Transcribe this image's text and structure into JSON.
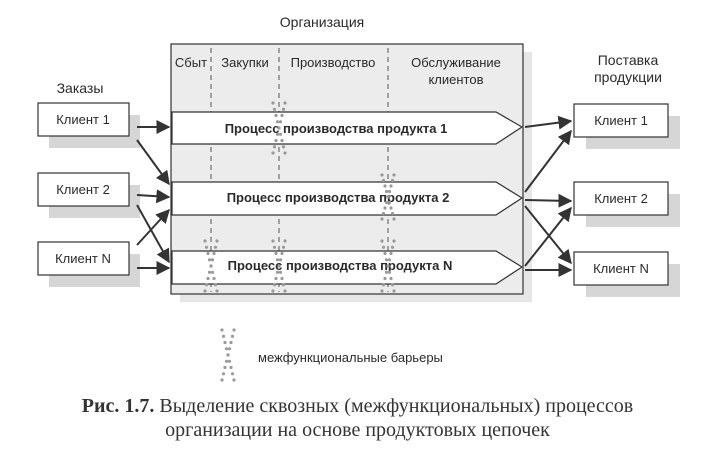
{
  "organization_label": "Организация",
  "orders_label": "Заказы",
  "delivery_label": "Поставка\nпродукции",
  "functions": [
    "Сбыт",
    "Закупки",
    "Производство",
    "Обслуживание\nклиентов"
  ],
  "clients_left": [
    "Клиент 1",
    "Клиент 2",
    "Клиент N"
  ],
  "clients_right": [
    "Клиент 1",
    "Клиент 2",
    "Клиент N"
  ],
  "processes": [
    "Процесс производства продукта 1",
    "Процесс производства продукта 2",
    "Процесс производства продукта N"
  ],
  "legend_label": "межфункциональные барьеры",
  "caption": {
    "number": "Рис. 1.7.",
    "text_line1": "Выделение сквозных (межфункциональных) процессов",
    "text_line2": "организации на основе продуктовых цепочек"
  },
  "colors": {
    "org_fill": "#e4e4e4",
    "stroke": "#333333",
    "barrier_dots": "#9a9a9a",
    "arrow_fill": "#ffffff"
  }
}
